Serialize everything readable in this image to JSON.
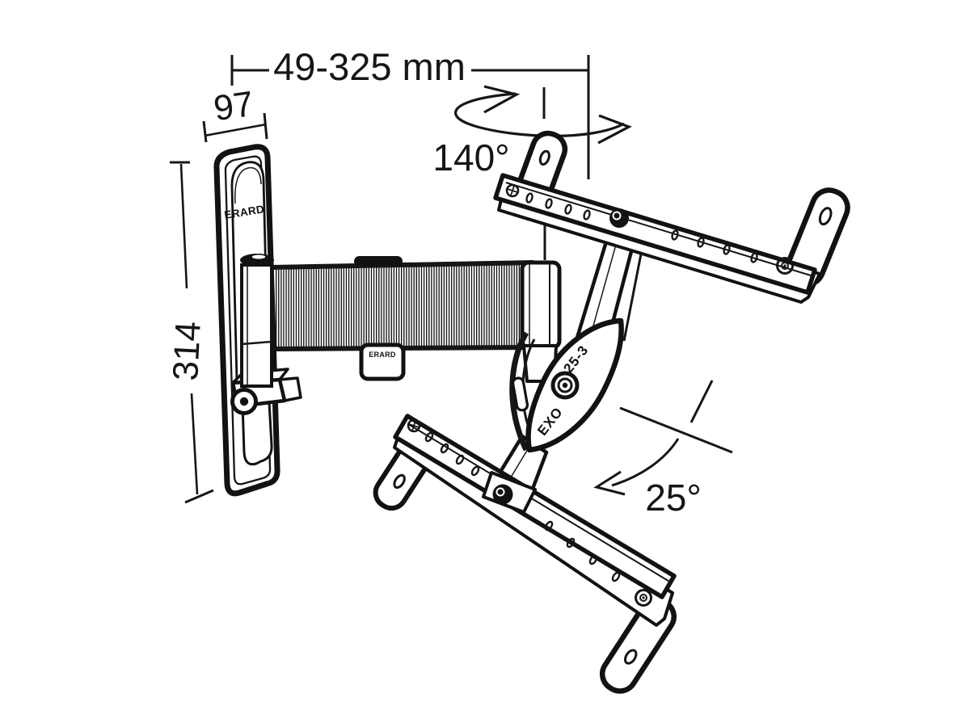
{
  "drawing": {
    "dimensions": {
      "extension_range": "49-325 mm",
      "wall_plate_depth": "97",
      "wall_plate_height": "314",
      "swivel_angle": "140°",
      "tilt_angle": "25°"
    },
    "labels": {
      "brand_wall_plate": "ERARD",
      "brand_arm_tag": "ERARD",
      "model_series": "25-3",
      "model_name": "EXO"
    },
    "colors": {
      "line": "#161616",
      "background": "#ffffff"
    }
  }
}
